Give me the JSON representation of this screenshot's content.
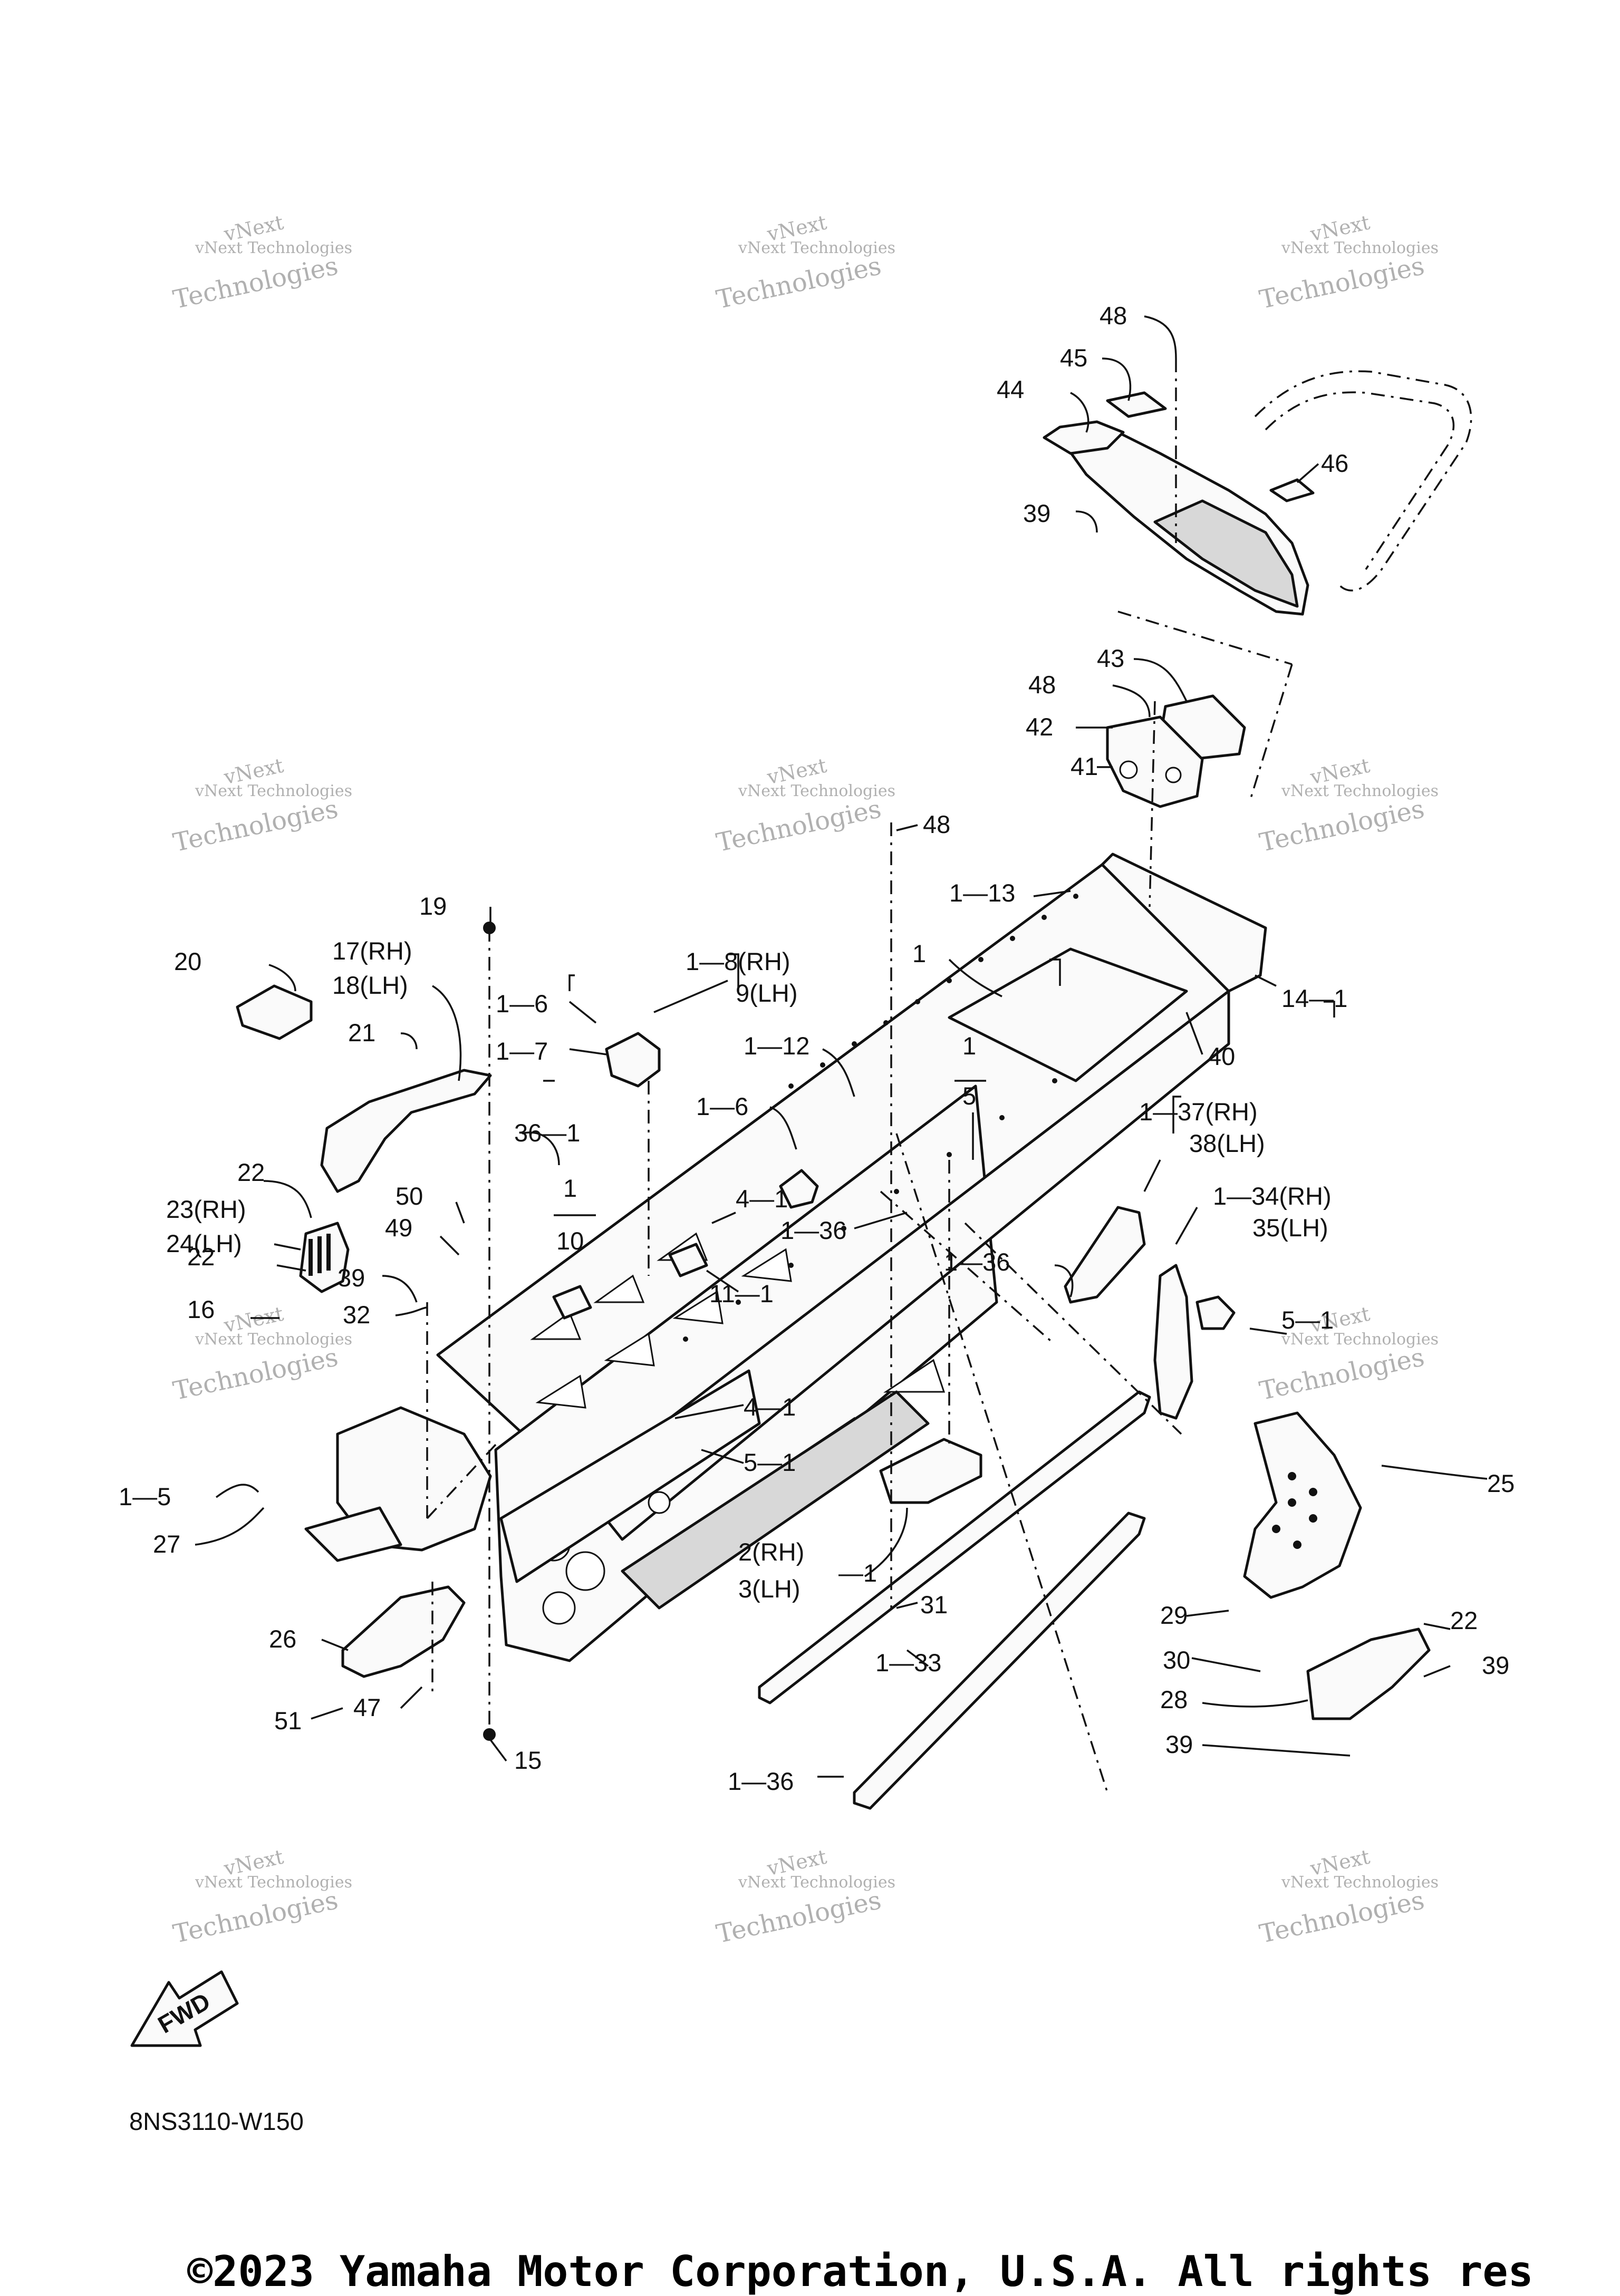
{
  "diagram_code": "8NS3110-W150",
  "direction_label": "FWD",
  "footer": "©2023 Yamaha Motor Corporation, U.S.A. All rights res",
  "watermark": {
    "line1": "vNext Technologies",
    "line2": "vNext",
    "line3": "Technologies"
  },
  "callouts": [
    {
      "id": "c44",
      "text": "44"
    },
    {
      "id": "c45",
      "text": "45"
    },
    {
      "id": "c48a",
      "text": "48"
    },
    {
      "id": "c46",
      "text": "46"
    },
    {
      "id": "c39a",
      "text": "39"
    },
    {
      "id": "c43",
      "text": "43"
    },
    {
      "id": "c48b",
      "text": "48"
    },
    {
      "id": "c42",
      "text": "42"
    },
    {
      "id": "c41",
      "text": "41"
    },
    {
      "id": "c48c",
      "text": "48"
    },
    {
      "id": "c13",
      "text": "1—13"
    },
    {
      "id": "c14",
      "text": "14—1"
    },
    {
      "id": "c1top",
      "text": "1"
    },
    {
      "id": "c40",
      "text": "40"
    },
    {
      "id": "c19",
      "text": "19"
    },
    {
      "id": "c20",
      "text": "20"
    },
    {
      "id": "c17",
      "text": "17(RH)"
    },
    {
      "id": "c18",
      "text": "18(LH)"
    },
    {
      "id": "c21",
      "text": "21"
    },
    {
      "id": "c6a",
      "text": "1—6"
    },
    {
      "id": "c7",
      "text": "1—7"
    },
    {
      "id": "c8",
      "text": "1—8(RH)"
    },
    {
      "id": "c9",
      "text": "9(LH)"
    },
    {
      "id": "c12",
      "text": "1—12"
    },
    {
      "id": "c6b",
      "text": "1—6"
    },
    {
      "id": "c15bk",
      "text": "1"
    },
    {
      "id": "c5top",
      "text": "5"
    },
    {
      "id": "c37",
      "text": "1—37(RH)"
    },
    {
      "id": "c38",
      "text": "38(LH)"
    },
    {
      "id": "c36a",
      "text": "36—1"
    },
    {
      "id": "c22a",
      "text": "22"
    },
    {
      "id": "c23",
      "text": "23(RH)"
    },
    {
      "id": "c24",
      "text": "24(LH)"
    },
    {
      "id": "c50",
      "text": "50"
    },
    {
      "id": "c49",
      "text": "49"
    },
    {
      "id": "c10a",
      "text": "1"
    },
    {
      "id": "c10b",
      "text": "10"
    },
    {
      "id": "c4a",
      "text": "4—1"
    },
    {
      "id": "c36b",
      "text": "1—36"
    },
    {
      "id": "c34",
      "text": "1—34(RH)"
    },
    {
      "id": "c35",
      "text": "35(LH)"
    },
    {
      "id": "c22b",
      "text": "22"
    },
    {
      "id": "c39b",
      "text": "39"
    },
    {
      "id": "c11",
      "text": "11—1"
    },
    {
      "id": "c36c",
      "text": "1—36"
    },
    {
      "id": "c16",
      "text": "16"
    },
    {
      "id": "c32",
      "text": "32"
    },
    {
      "id": "c5b",
      "text": "5—1"
    },
    {
      "id": "c4b",
      "text": "4—1"
    },
    {
      "id": "c5c",
      "text": "5—1"
    },
    {
      "id": "c5d",
      "text": "1—5"
    },
    {
      "id": "c27",
      "text": "27"
    },
    {
      "id": "c25",
      "text": "25"
    },
    {
      "id": "c2",
      "text": "2(RH)"
    },
    {
      "id": "c3",
      "text": "3(LH)"
    },
    {
      "id": "c23b",
      "text": "—1"
    },
    {
      "id": "c31",
      "text": "31"
    },
    {
      "id": "c29",
      "text": "29"
    },
    {
      "id": "c22c",
      "text": "22"
    },
    {
      "id": "c26",
      "text": "26"
    },
    {
      "id": "c30",
      "text": "30"
    },
    {
      "id": "c33",
      "text": "1—33"
    },
    {
      "id": "c39c",
      "text": "39"
    },
    {
      "id": "c28",
      "text": "28"
    },
    {
      "id": "c51",
      "text": "51"
    },
    {
      "id": "c47",
      "text": "47"
    },
    {
      "id": "c15",
      "text": "15"
    },
    {
      "id": "c39d",
      "text": "39"
    },
    {
      "id": "c36d",
      "text": "1—36"
    }
  ]
}
